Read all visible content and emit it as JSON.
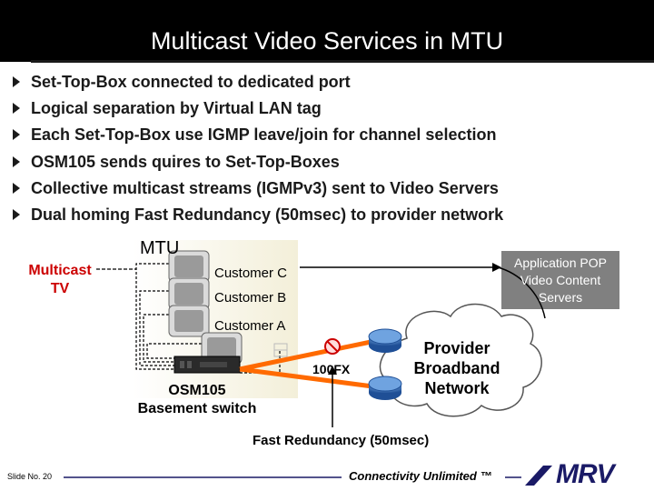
{
  "slide": {
    "title": "Multicast Video Services in MTU",
    "bullets": [
      "Set-Top-Box connected to dedicated port",
      "Logical separation by Virtual LAN tag",
      "Each Set-Top-Box use IGMP leave/join for channel selection",
      "OSM105 sends quires to Set-Top-Boxes",
      "Collective multicast streams (IGMPv3) sent to Video Servers",
      "Dual homing Fast Redundancy (50msec) to provider network"
    ]
  },
  "diagram": {
    "mtu_label": "MTU",
    "multicast_tv_line1": "Multicast",
    "multicast_tv_line2": "TV",
    "customer_c": "Customer C",
    "customer_b": "Customer B",
    "customer_a": "Customer A",
    "osm_line1": "OSM105",
    "osm_line2": "Basement switch",
    "link_label": "100FX",
    "cloud_line1": "Provider",
    "cloud_line2": "Broadband",
    "cloud_line3": "Network",
    "app_line1": "Application POP",
    "app_line2": "Video Content",
    "app_line3": "Servers",
    "fast_redundancy": "Fast Redundancy (50msec)"
  },
  "footer": {
    "slide_no": "Slide No. 20",
    "tagline": "Connectivity Unlimited ™",
    "logo": "MRV"
  },
  "colors": {
    "accent_orange": "#ff6a00",
    "cloud_fill": "#ffffff",
    "app_box": "#808080",
    "mtu_box": "#f6f3e4",
    "multicast_red": "#cc0000",
    "logo_navy": "#1a1a66"
  }
}
